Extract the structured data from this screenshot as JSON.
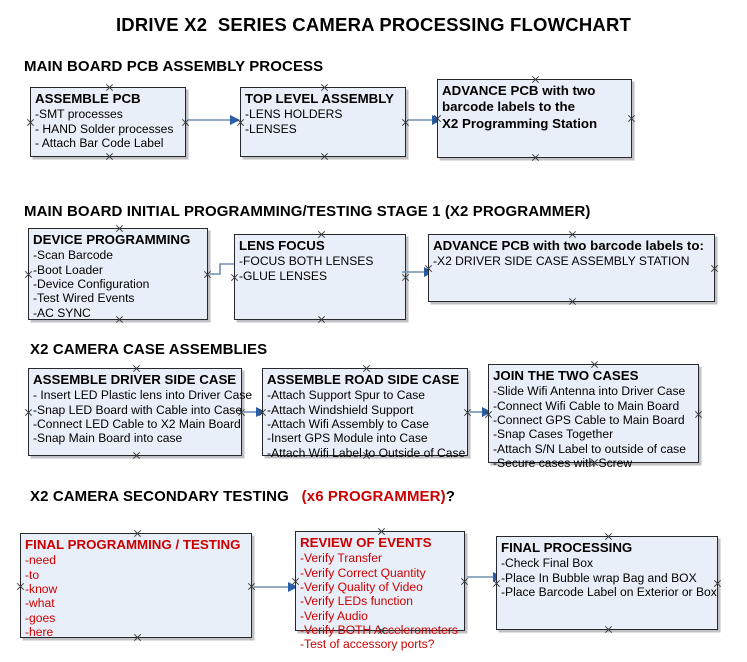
{
  "document": {
    "title": "IDRIVE X2  SERIES CAMERA PROCESSING FLOWCHART"
  },
  "sections": [
    {
      "id": "s1",
      "title": "MAIN BOARD PCB ASSEMBLY PROCESS"
    },
    {
      "id": "s2",
      "title": "MAIN BOARD INITIAL PROGRAMMING/TESTING STAGE 1 (X2 PROGRAMMER)"
    },
    {
      "id": "s3",
      "title": "X2 CAMERA CASE ASSEMBLIES"
    },
    {
      "id": "s4",
      "title": "X2 CAMERA SECONDARY TESTING",
      "title_red": "(x6 PROGRAMMER)",
      "title_tail": "?"
    }
  ],
  "nodes": {
    "assemble_pcb": {
      "title": "ASSEMBLE PCB",
      "lines": [
        "-SMT processes",
        "- HAND Solder processes",
        "- Attach Bar Code Label"
      ]
    },
    "top_level_assembly": {
      "title": "TOP LEVEL ASSEMBLY",
      "lines": [
        "-LENS HOLDERS",
        "-LENSES"
      ]
    },
    "advance_pcb_station": {
      "title": "ADVANCE PCB with two",
      "lines": [
        "barcode labels to the",
        " X2 Programming Station"
      ]
    },
    "device_programming": {
      "title": "DEVICE PROGRAMMING",
      "lines": [
        "-Scan Barcode",
        "-Boot Loader",
        "-Device Configuration",
        "-Test Wired Events",
        "-AC SYNC"
      ]
    },
    "lens_focus": {
      "title": "LENS FOCUS",
      "lines": [
        "-FOCUS BOTH LENSES",
        "-GLUE LENSES"
      ]
    },
    "advance_pcb_driver": {
      "title": "ADVANCE PCB with two barcode labels to:",
      "lines": [
        "-X2 DRIVER  SIDE  CASE  ASSEMBLY STATION"
      ]
    },
    "driver_side_case": {
      "title": "ASSEMBLE DRIVER SIDE CASE",
      "lines": [
        "- Insert LED Plastic lens into Driver Case",
        "-Snap LED Board with Cable into Case",
        "-Connect LED Cable to X2 Main Board",
        "-Snap Main Board into case"
      ]
    },
    "road_side_case": {
      "title": "ASSEMBLE ROAD SIDE CASE",
      "lines": [
        "-Attach Support Spur to Case",
        "-Attach Windshield Support",
        "-Attach Wifi Assembly to Case",
        "-Insert GPS Module into Case",
        "-Attach Wifi Label to Outside of Case"
      ]
    },
    "join_two_cases": {
      "title": "JOIN THE TWO CASES",
      "lines": [
        "-Slide Wifi Antenna into Driver Case",
        "-Connect Wifi Cable to Main Board",
        "-Connect GPS Cable to Main Board",
        "-Snap Cases Together",
        "-Attach S/N Label to outside of case",
        "-Secure cases with Screw"
      ]
    },
    "final_programming": {
      "title": "FINAL PROGRAMMING / TESTING",
      "lines": [
        "-need",
        "-to",
        "-know",
        "-what",
        "-goes",
        "-here"
      ]
    },
    "review_of_events": {
      "title": "REVIEW OF EVENTS",
      "lines": [
        "-Verify Transfer",
        "-Verify Correct Quantity",
        "-Verify Quality of Video",
        "-Verify LEDs function",
        "-Verify Audio",
        "-Verify BOTH Accelerometers",
        "-Test of accessory ports?"
      ]
    },
    "final_processing": {
      "title": "FINAL PROCESSING",
      "lines": [
        " -Check Final Box",
        "-Place In Bubble wrap Bag and BOX",
        "-Place Barcode Label on Exterior or Box"
      ]
    }
  },
  "colors": {
    "box_fill": "#e9eff8",
    "box_border": "#26282b",
    "connector": "#6f91b4",
    "arrowhead": "#2b5ea8",
    "red_text": "#cc0000",
    "text": "#000000",
    "background": "#ffffff"
  }
}
